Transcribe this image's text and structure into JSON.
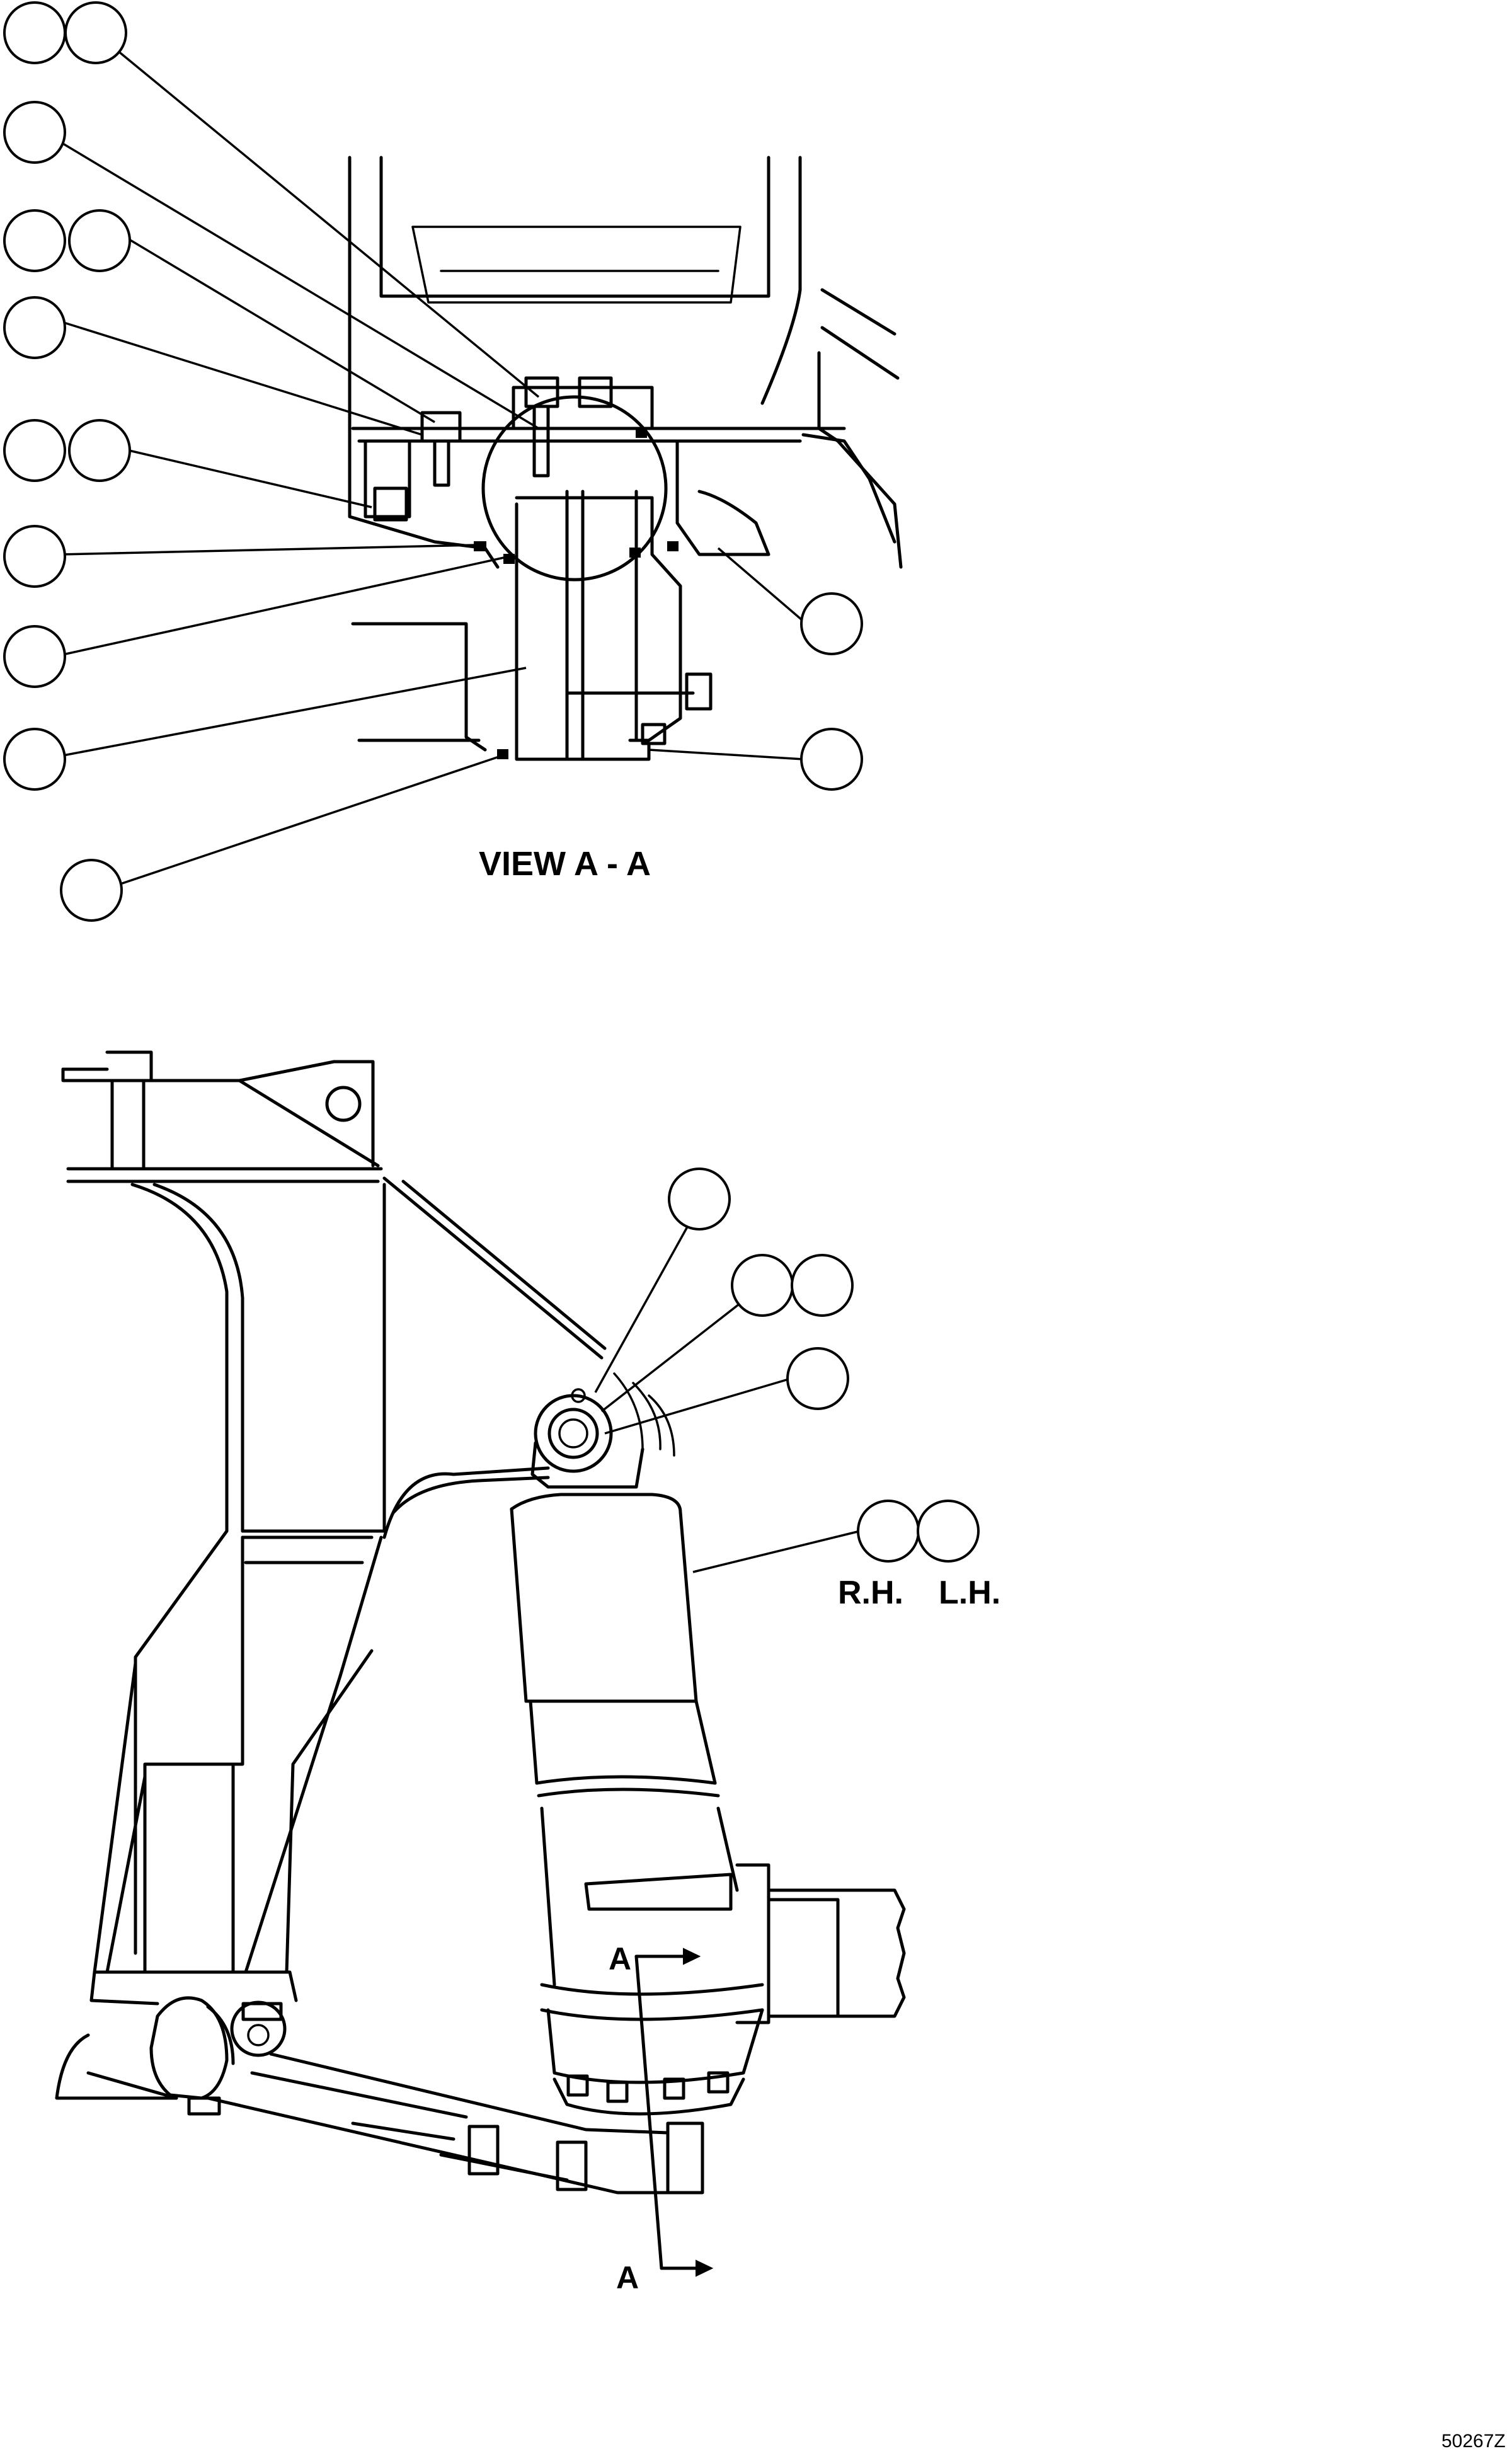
{
  "labels": {
    "view_title": "VIEW A - A",
    "right_hand": "R.H.",
    "left_hand": "L.H.",
    "section_marker_top": "A",
    "section_marker_bottom": "A",
    "drawing_code": "50267Z"
  }
}
